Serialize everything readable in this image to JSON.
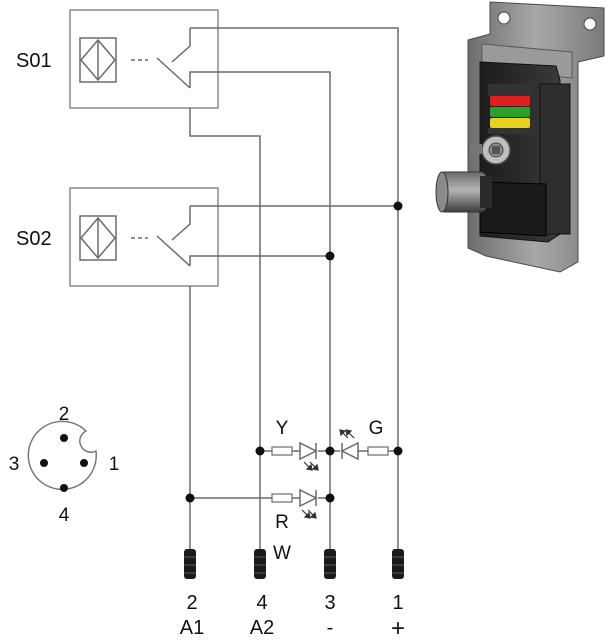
{
  "switches": {
    "s01": {
      "label": "S01"
    },
    "s02": {
      "label": "S02"
    }
  },
  "connector_pins": {
    "pin2": "2",
    "pin1": "1",
    "pin3": "3",
    "pin4": "4"
  },
  "leds": {
    "yellow": "Y",
    "green": "G",
    "red": "R",
    "white": "W"
  },
  "terminals": [
    {
      "number": "2",
      "signal": "A1"
    },
    {
      "number": "4",
      "signal": "A2"
    },
    {
      "number": "3",
      "signal": "-"
    },
    {
      "number": "1",
      "signal": "+"
    }
  ],
  "colors": {
    "wire": "#6b6b6b",
    "box_border": "#8a8a8a",
    "terminal": "#1a1a1a",
    "dot": "#111111",
    "lamp_red": "#e02020",
    "lamp_green": "#2aa02a",
    "lamp_yellow": "#e8d020",
    "housing_dark": "#2b2b2b",
    "housing_plate": "#8c8c8c"
  }
}
